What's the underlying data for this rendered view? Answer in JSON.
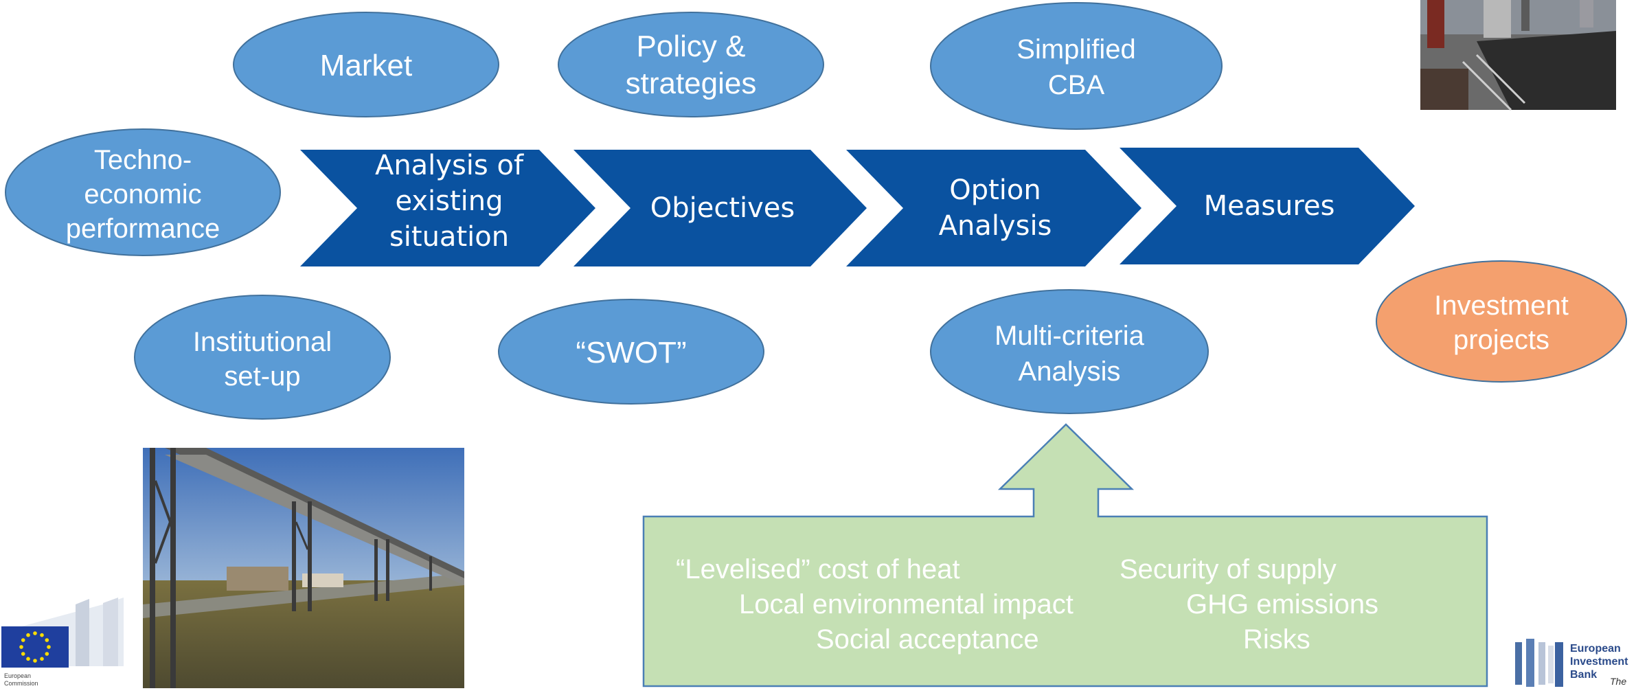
{
  "chevrons": [
    {
      "lines": [
        "Analysis of",
        "existing",
        "situation"
      ]
    },
    {
      "lines": [
        "Objectives"
      ]
    },
    {
      "lines": [
        "Option",
        "Analysis"
      ]
    },
    {
      "lines": [
        "Measures"
      ]
    }
  ],
  "ellipses": {
    "market": {
      "lines": [
        "Market"
      ]
    },
    "policy": {
      "lines": [
        "Policy &",
        "strategies"
      ]
    },
    "cba": {
      "lines": [
        "Simplified",
        "CBA"
      ]
    },
    "techno": {
      "lines": [
        "Techno-",
        "economic",
        "performance"
      ]
    },
    "institutional": {
      "lines": [
        "Institutional",
        "set-up"
      ]
    },
    "swot": {
      "lines": [
        "“SWOT”"
      ]
    },
    "mca": {
      "lines": [
        "Multi-criteria",
        "Analysis"
      ]
    },
    "investment": {
      "lines": [
        "Investment",
        "projects"
      ]
    }
  },
  "criteria": [
    "“Levelised” cost of heat",
    "Local environmental impact",
    "Social acceptance",
    "Security of supply",
    "GHG emissions",
    "Risks"
  ],
  "logos": {
    "ec": {
      "text": [
        "European",
        "Commission"
      ]
    },
    "eib": {
      "text": [
        "European",
        "Investment",
        "Bank"
      ],
      "tagline": "The"
    }
  },
  "colors": {
    "ellipse_fill": "#5b9bd5",
    "ellipse_stroke": "#41719c",
    "chevron_fill": "#0a52a0",
    "investment_fill": "#f4a06e",
    "criteria_fill": "#c5e0b4",
    "criteria_stroke": "#4a7fb5"
  }
}
